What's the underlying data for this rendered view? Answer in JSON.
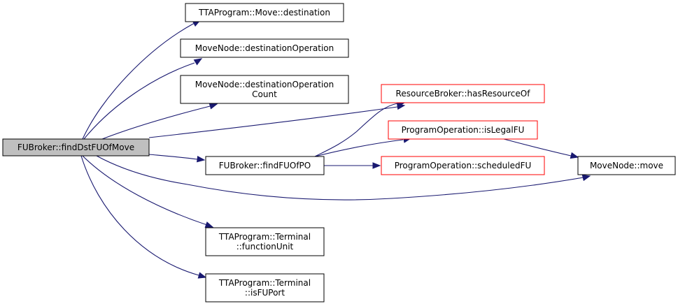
{
  "colors": {
    "edge": "#191970",
    "node_border_default": "#000000",
    "node_border_external": "#ff0000",
    "root_fill": "#bfbfbf",
    "node_fill": "#ffffff"
  },
  "nodes": [
    {
      "id": "root",
      "lines": [
        "FUBroker::findDstFUOfMove"
      ],
      "style": "root"
    },
    {
      "id": "move_destination",
      "lines": [
        "TTAProgram::Move::destination"
      ],
      "style": "default"
    },
    {
      "id": "destinationOperation",
      "lines": [
        "MoveNode::destinationOperation"
      ],
      "style": "default"
    },
    {
      "id": "destinationOperationCount",
      "lines": [
        "MoveNode::destinationOperation",
        "Count"
      ],
      "style": "default"
    },
    {
      "id": "hasResourceOf",
      "lines": [
        "ResourceBroker::hasResourceOf"
      ],
      "style": "external"
    },
    {
      "id": "isLegalFU",
      "lines": [
        "ProgramOperation::isLegalFU"
      ],
      "style": "external"
    },
    {
      "id": "findFUOfPO",
      "lines": [
        "FUBroker::findFUOfPO"
      ],
      "style": "default"
    },
    {
      "id": "scheduledFU",
      "lines": [
        "ProgramOperation::scheduledFU"
      ],
      "style": "external"
    },
    {
      "id": "movenode_move",
      "lines": [
        "MoveNode::move"
      ],
      "style": "default"
    },
    {
      "id": "functionUnit",
      "lines": [
        "TTAProgram::Terminal",
        "::functionUnit"
      ],
      "style": "default"
    },
    {
      "id": "isFUPort",
      "lines": [
        "TTAProgram::Terminal",
        "::isFUPort"
      ],
      "style": "default"
    }
  ],
  "edges": [
    {
      "from": "root",
      "to": "move_destination"
    },
    {
      "from": "root",
      "to": "destinationOperation"
    },
    {
      "from": "root",
      "to": "destinationOperationCount"
    },
    {
      "from": "root",
      "to": "hasResourceOf"
    },
    {
      "from": "root",
      "to": "findFUOfPO"
    },
    {
      "from": "root",
      "to": "movenode_move"
    },
    {
      "from": "root",
      "to": "functionUnit"
    },
    {
      "from": "root",
      "to": "isFUPort"
    },
    {
      "from": "findFUOfPO",
      "to": "hasResourceOf"
    },
    {
      "from": "findFUOfPO",
      "to": "isLegalFU"
    },
    {
      "from": "findFUOfPO",
      "to": "scheduledFU"
    },
    {
      "from": "isLegalFU",
      "to": "movenode_move"
    }
  ]
}
